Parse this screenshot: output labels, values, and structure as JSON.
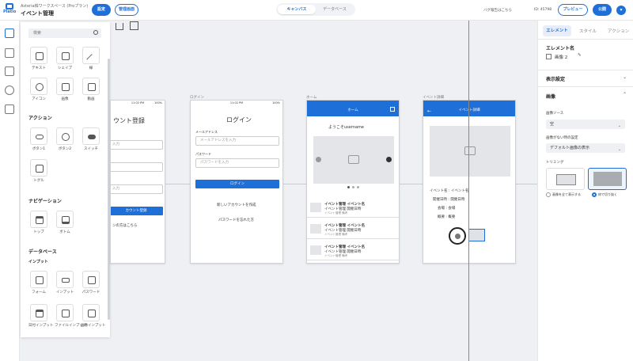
{
  "app": {
    "logo_label": "Platio",
    "workspace": "Asteria株ワークスペース (Proプラン)",
    "page_title": "イベント管理"
  },
  "toolbar": {
    "settings": "設定",
    "manage_screens": "管理画面",
    "tab_canvas": "キャンバス",
    "tab_database": "データベース",
    "bug_report": "バグ報告はこちら",
    "id_label": "ID: 45798",
    "preview": "プレビュー",
    "publish": "公開"
  },
  "left_panel": {
    "search_placeholder": "検索",
    "basic": [
      {
        "label": "テキスト",
        "icon": "text-icon"
      },
      {
        "label": "シェイプ",
        "icon": "shape-icon"
      },
      {
        "label": "線",
        "icon": "line-icon"
      },
      {
        "label": "アイコン",
        "icon": "emoji-icon"
      },
      {
        "label": "画像",
        "icon": "image-icon"
      },
      {
        "label": "動画",
        "icon": "video-icon"
      }
    ],
    "action_title": "アクション",
    "action": [
      {
        "label": "ボタン1",
        "icon": "button-icon"
      },
      {
        "label": "ボタン2",
        "icon": "plus-button-icon"
      },
      {
        "label": "スイッチ",
        "icon": "switch-icon"
      },
      {
        "label": "トグル",
        "icon": "toggle-icon"
      }
    ],
    "nav_title": "ナビゲーション",
    "nav": [
      {
        "label": "トップ",
        "icon": "top-nav-icon"
      },
      {
        "label": "ボトム",
        "icon": "bottom-nav-icon"
      }
    ],
    "db_title": "データベース",
    "input_title": "インプット",
    "input": [
      {
        "label": "フォーム",
        "icon": "form-icon"
      },
      {
        "label": "インプット",
        "icon": "input-icon"
      },
      {
        "label": "パスワード",
        "icon": "lock-icon"
      },
      {
        "label": "日付インプット",
        "icon": "calendar-icon"
      },
      {
        "label": "ファイルインプット",
        "icon": "file-icon"
      },
      {
        "label": "画像インプット",
        "icon": "image-input-icon"
      }
    ]
  },
  "screens": {
    "register": {
      "title": "ウント登録",
      "fields": [
        "入力",
        "",
        "入力"
      ],
      "button": "カウント登録",
      "link": "ンの方はこちら",
      "time": "11:02 PM",
      "battery": "100%"
    },
    "login": {
      "label": "ログイン",
      "title": "ログイン",
      "email_label": "メールアドレス",
      "email_ph": "メールアドレスを入力",
      "pw_label": "パスワード",
      "pw_ph": "パスワードを入力",
      "button": "ログイン",
      "create": "新しいアカウントを作成",
      "forgot": "パスワードを忘れた方",
      "time": "11:02 PM",
      "battery": "100%"
    },
    "home": {
      "label": "ホーム",
      "header": "ホーム",
      "welcome": "ようこそusername",
      "items": [
        {
          "t1": "イベント管理 イベント名",
          "t2": "イベント管理 開催日時",
          "t3": "イベント管理 備考"
        },
        {
          "t1": "イベント管理 イベント名",
          "t2": "イベント管理 開催日時",
          "t3": "イベント管理 備考"
        },
        {
          "t1": "イベント管理 イベント名",
          "t2": "イベント管理 開催日時",
          "t3": "イベント管理 備考"
        }
      ]
    },
    "detail": {
      "label": "イベント詳細",
      "header": "イベント詳細",
      "rows": [
        {
          "k": "イベント名",
          "v": "イベント名"
        },
        {
          "k": "開催日時",
          "v": "開催日時"
        },
        {
          "k": "会場",
          "v": "会場"
        },
        {
          "k": "概要",
          "v": "概要"
        }
      ]
    }
  },
  "right_panel": {
    "tabs": [
      "エレメント",
      "スタイル",
      "アクション"
    ],
    "element_name_label": "エレメント名",
    "element_name": "画像 2",
    "display_settings": "表示設定",
    "image_section": "画像",
    "image_source_label": "画像ソース",
    "image_source_value": "空",
    "no_image_label": "画像がない時の設定",
    "no_image_value": "デフォルト画像の表示",
    "trimming_label": "トリミング",
    "trim_fit": "画像を全て表示する",
    "trim_crop": "枠で切り抜く",
    "colors": {
      "accent": "#1f6fd8"
    }
  }
}
